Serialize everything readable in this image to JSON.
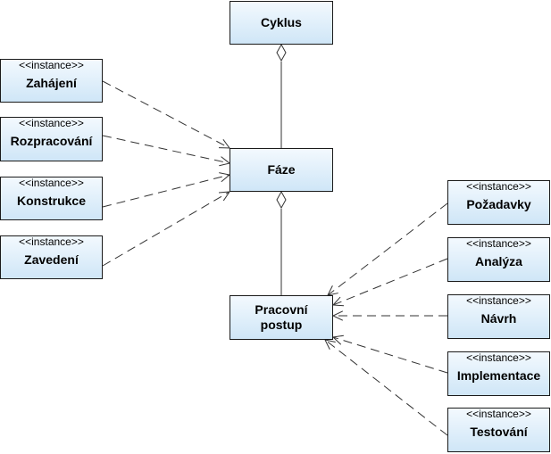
{
  "classes": {
    "cyklus": "Cyklus",
    "faze": "Fáze",
    "pracovni_postup": "Pracovní postup"
  },
  "stereotype": "<<instance>>",
  "phase_instances": [
    "Zahájení",
    "Rozpracování",
    "Konstrukce",
    "Zavedení"
  ],
  "workflow_instances": [
    "Požadavky",
    "Analýza",
    "Návrh",
    "Implementace",
    "Testování"
  ],
  "colors": {
    "box_fill_top": "#f3f9fe",
    "box_fill_bottom": "#cfe6f7",
    "border": "#1a1a1a",
    "line": "#333333"
  }
}
